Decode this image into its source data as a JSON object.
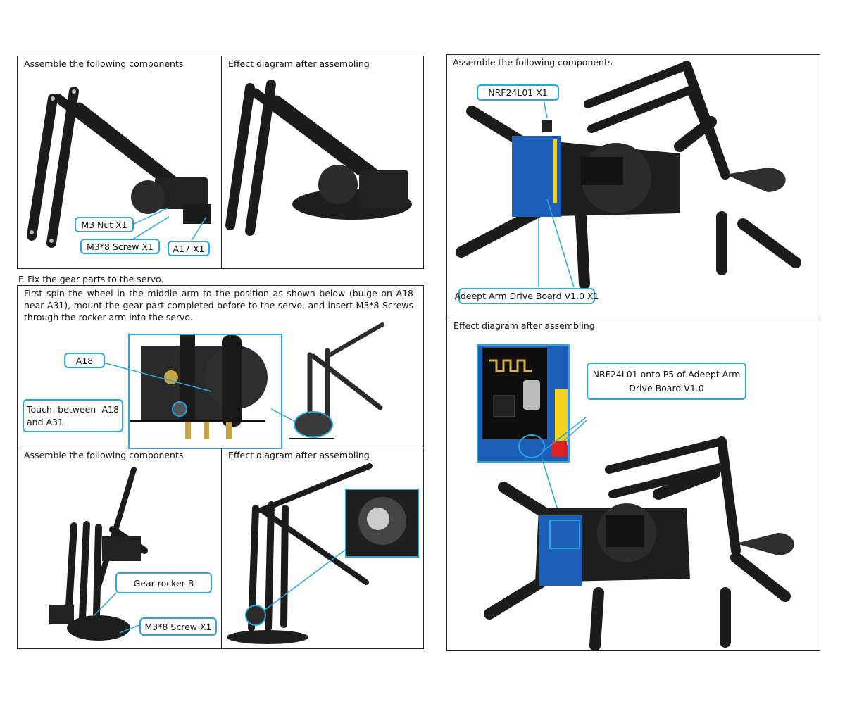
{
  "panels": {
    "p1": {
      "title": "Assemble the following components"
    },
    "p2": {
      "title": "Effect diagram after assembling"
    },
    "p3": {
      "title": "Assemble the following components"
    },
    "p4": {
      "title": "Effect diagram after assembling"
    },
    "p5": {
      "title": "Assemble the following components"
    },
    "p6": {
      "title": "Effect diagram after assembling"
    }
  },
  "callouts": {
    "m3_nut": "M3 Nut    X1",
    "m3_screw_1": "M3*8 Screw    X1",
    "a17": "A17    X1",
    "a18": "A18",
    "touch": "Touch    between    A18 and A31",
    "gear_rocker": "Gear rocker B",
    "m3_screw_2": "M3*8 Screw    X1",
    "nrf": "NRF24L01    X1",
    "drive_board": "Adeept Arm Drive Board V1.0    X1",
    "nrf_onto": "NRF24L01 onto P5 of Adeept Arm Drive Board V1.0"
  },
  "step_f": {
    "heading": "F.     Fix the gear parts to the servo.",
    "instruction": "First spin the wheel in the middle arm to the position as shown below (bulge on A18 near A31), mount the gear part completed before to the servo, and insert M3*8 Screws through the rocker arm into the servo."
  },
  "colors": {
    "callout_border": "#2aa6dc",
    "part": "#1c1c1c",
    "board": "#1d5fb8",
    "header": "#f3d21c"
  }
}
